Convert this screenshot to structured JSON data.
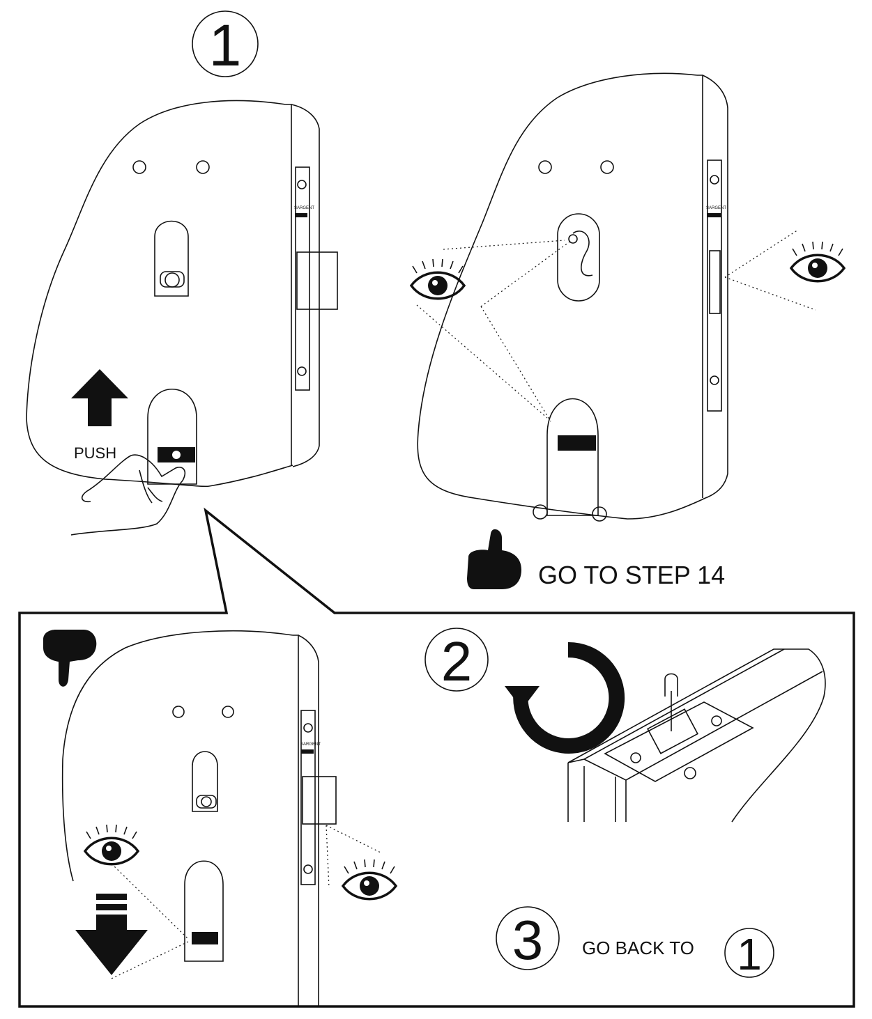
{
  "step_top": {
    "number": "1"
  },
  "push_label": "PUSH",
  "go_to_step": "GO TO STEP 14",
  "step_rotate": {
    "number": "2"
  },
  "step_back": {
    "number": "3",
    "text": "GO BACK TO",
    "target": "1"
  },
  "lock_plate_brand": "SARGENT",
  "icons": [
    "eye-icon",
    "thumbs-up-icon",
    "thumbs-down-icon",
    "arrow-up-icon",
    "arrow-down-icon",
    "rotate-counterclockwise-icon",
    "hand-icon",
    "key-icon"
  ]
}
